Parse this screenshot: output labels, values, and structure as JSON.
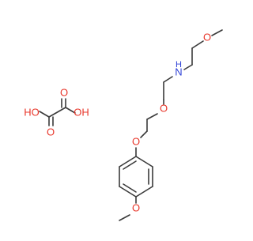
{
  "colors": {
    "bond": "#3a3a3a",
    "oxygen": "#e8362a",
    "nitrogen": "#2e41d6",
    "background": "#ffffff"
  },
  "labels": {
    "methoxy_o_top": "O",
    "amine_nh": "N",
    "amine_h": "H",
    "ether_o_mid": "O",
    "ether_o_aryl": "O",
    "methoxy_o_bottom": "O",
    "oxalic_ho_left": "HO",
    "oxalic_oh_right": "OH",
    "oxalic_o_top": "O",
    "oxalic_o_bottom": "O"
  }
}
